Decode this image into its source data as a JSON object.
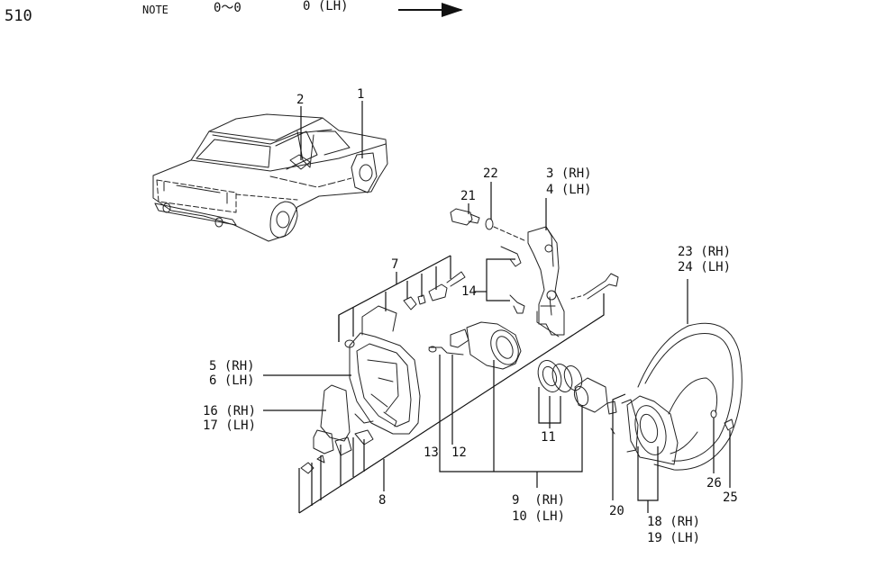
{
  "header": {
    "section_code": "510",
    "note_label": "NOTE",
    "note_range": "0〜0",
    "note_side": "0 (LH)"
  },
  "callouts": {
    "c1": "1",
    "c2": "2",
    "c3": "3 (RH)",
    "c4": "4 (LH)",
    "c5": "5 (RH)",
    "c6": "6 (LH)",
    "c7": "7",
    "c8": "8",
    "c9": "9  (RH)",
    "c10": "10 (LH)",
    "c11": "11",
    "c12": "12",
    "c13": "13",
    "c14": "14",
    "c16": "16 (RH)",
    "c17": "17 (LH)",
    "c18": "18 (RH)",
    "c19": "19 (LH)",
    "c20": "20",
    "c21": "21",
    "c22": "22",
    "c23": "23 (RH)",
    "c24": "24 (LH)",
    "c25": "25",
    "c26": "26"
  }
}
